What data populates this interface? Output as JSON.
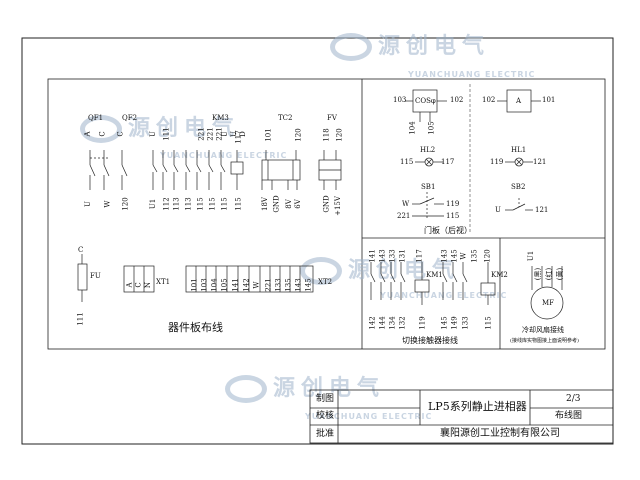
{
  "watermark": {
    "brand": "源创电气",
    "subtitle": "YUANCHUANG ELECTRIC"
  },
  "left_panel": {
    "caption": "器件板布线",
    "device_labels": [
      "QF1",
      "QF2",
      "KM3",
      "TC2",
      "FV"
    ],
    "qf1_terminals_top": [
      "A",
      "C",
      "C"
    ],
    "qf1_terminals_bottom": [
      "U",
      "W"
    ],
    "qf2_terminals_bottom": [
      "120"
    ],
    "km3_terminals_top": [
      "U",
      "111",
      "221",
      "221",
      "221",
      "U",
      "U",
      "D"
    ],
    "km3_terminals_bottom": [
      "U1",
      "112",
      "113",
      "113",
      "115",
      "115",
      "115"
    ],
    "km3_coil_top": "117",
    "km3_coil_bottom": "115",
    "tc2_top": [
      "101",
      "120"
    ],
    "tc2_bottom": [
      "18V",
      "GND",
      "8V",
      "6V"
    ],
    "fv_top": [
      "118",
      "120"
    ],
    "fv_bottom": [
      "GND",
      "+15V"
    ],
    "fu_label": "FU",
    "fu_top": "C",
    "fu_bottom": "111",
    "xt1_label": "XT1",
    "xt1_terms": [
      "A",
      "C",
      "N"
    ],
    "xt2_label": "XT2",
    "xt2_terms": [
      "101",
      "103",
      "104",
      "105",
      "141",
      "142",
      "W",
      "221",
      "133",
      "135",
      "143",
      "145"
    ]
  },
  "door_panel": {
    "caption": "门板（后视）",
    "cos_meter": {
      "label": "COSφ",
      "left": "103",
      "right": "102",
      "bottom_left": "104",
      "bottom_right": "105"
    },
    "amp_meter": {
      "label": "A",
      "left": "102",
      "right": "101"
    },
    "hl2": {
      "name": "HL2",
      "left": "115",
      "right": "117"
    },
    "hl1": {
      "name": "HL1",
      "left": "119",
      "right": "121"
    },
    "sb1": {
      "name": "SB1",
      "top_left": "W",
      "top_right": "119",
      "bottom_left": "221",
      "bottom_right": "115"
    },
    "sb2": {
      "name": "SB2",
      "left": "U",
      "right": "121"
    }
  },
  "switch_panel": {
    "caption": "切换接触器接线",
    "km1_label": "KM1",
    "km2_label": "KM2",
    "km1_top": [
      "141",
      "143",
      "133",
      "131",
      "117"
    ],
    "km1_bottom": [
      "142",
      "144",
      "134",
      "132",
      "119"
    ],
    "km2_top": [
      "143",
      "145",
      "W",
      "135",
      "120"
    ],
    "km2_bottom": [
      "145",
      "149",
      "133",
      "115"
    ]
  },
  "fan_panel": {
    "caption": "冷却风扇接线",
    "note": "(接线库实物图接上面说明参考)",
    "fan_label": "MF",
    "terminals": [
      "U1",
      "(黑)",
      "(红)",
      "(黄)"
    ]
  },
  "title_block": {
    "rows": [
      "制图",
      "校核",
      "批准"
    ],
    "product": "LP5系列静止进相器",
    "sheet": "2/3",
    "drawing_name": "布线图",
    "company": "襄阳源创工业控制有限公司"
  }
}
